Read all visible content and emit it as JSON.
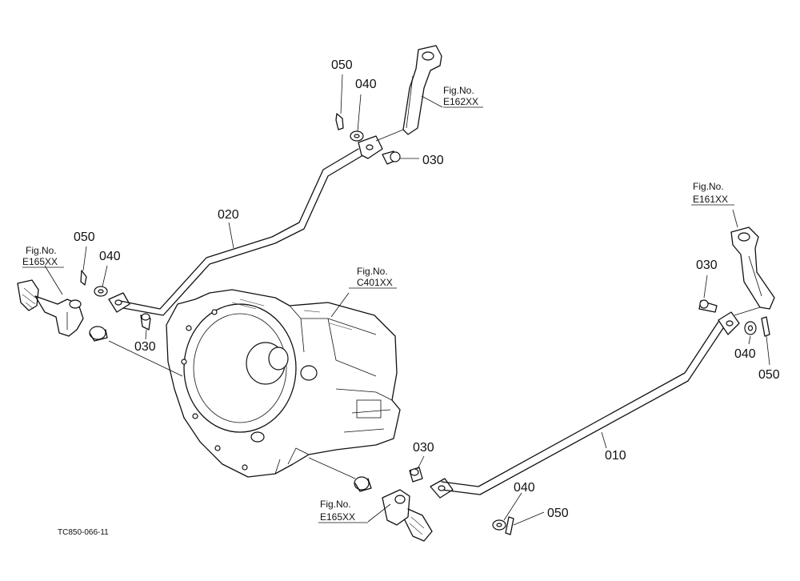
{
  "callouts": {
    "top_050": "050",
    "top_040": "040",
    "top_030": "030",
    "rod_020": "020",
    "left_050": "050",
    "left_040": "040",
    "left_030": "030",
    "right_030": "030",
    "right_040": "040",
    "right_050": "050",
    "rod_010": "010",
    "bottom_030": "030",
    "bottom_040": "040",
    "bottom_050": "050"
  },
  "figure_refs": {
    "e162": {
      "label": "Fig.No.",
      "code": "E162XX"
    },
    "e161": {
      "label": "Fig.No.",
      "code": "E161XX"
    },
    "e165_left": {
      "label": "Fig.No.",
      "code": "E165XX"
    },
    "c401": {
      "label": "Fig.No.",
      "code": "C401XX"
    },
    "e165_bottom": {
      "label": "Fig.No.",
      "code": "E165XX"
    }
  },
  "drawing_code": "TC850-066-11"
}
